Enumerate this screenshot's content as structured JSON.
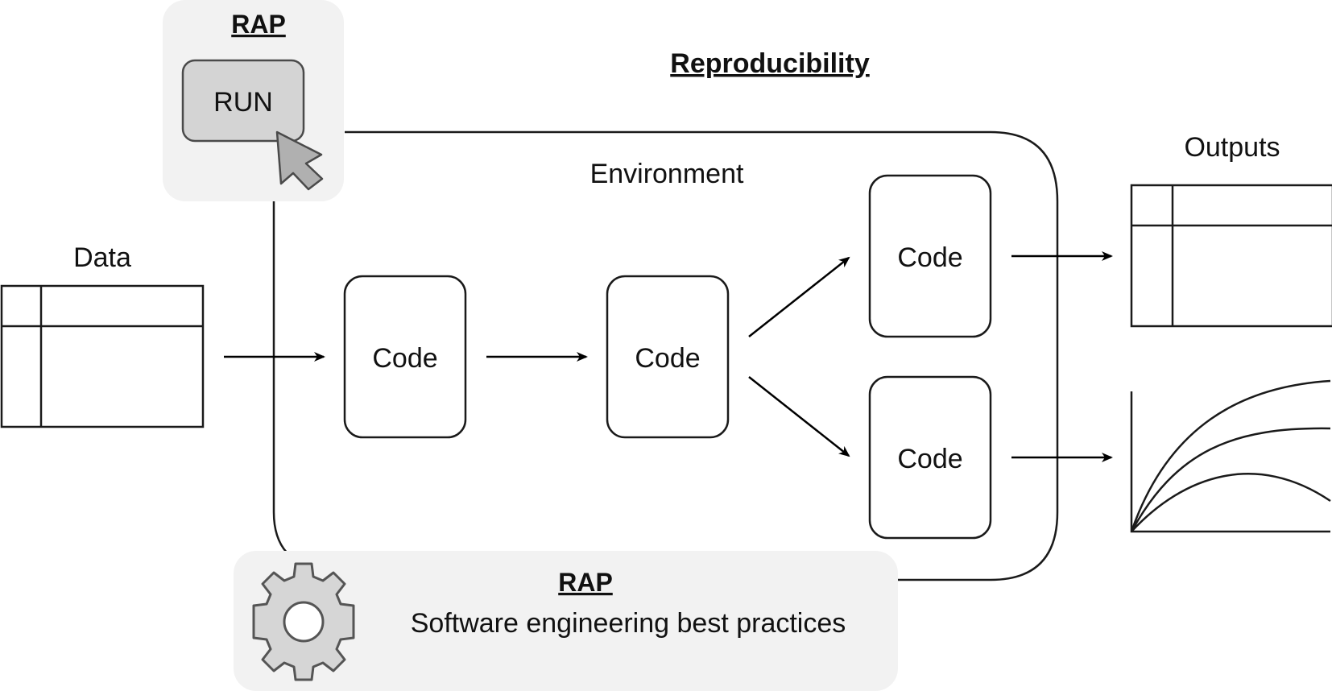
{
  "diagram": {
    "reproducibility_title": "Reproducibility",
    "environment_label": "Environment",
    "data_label": "Data",
    "outputs_label": "Outputs",
    "run_panel": {
      "title": "RAP",
      "button_label": "RUN"
    },
    "practices_panel": {
      "title": "RAP",
      "subtitle": "Software engineering best practices"
    },
    "code_blocks": [
      {
        "label": "Code"
      },
      {
        "label": "Code"
      },
      {
        "label": "Code"
      },
      {
        "label": "Code"
      }
    ]
  },
  "colors": {
    "panel_background": "#f2f2f2",
    "button_fill": "#d4d4d4",
    "stroke": "#1a1a1a",
    "icon_fill": "#d6d6d6",
    "icon_stroke": "#555555"
  }
}
